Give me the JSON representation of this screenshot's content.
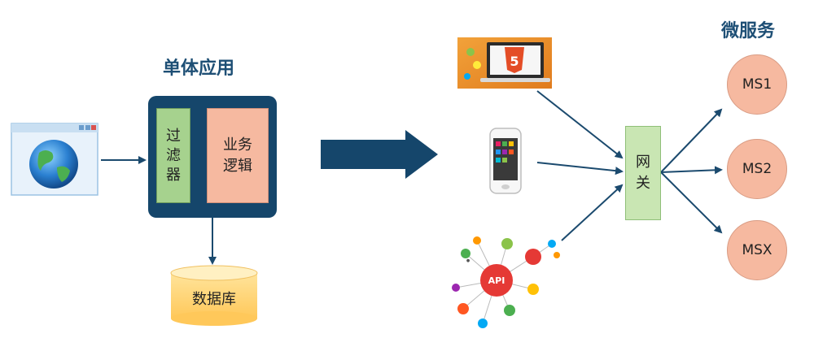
{
  "monolith": {
    "title": "单体应用",
    "filter_label": "过滤器",
    "logic_label": "业务逻辑",
    "db_label": "数据库"
  },
  "gateway": {
    "label": "网关"
  },
  "microservices": {
    "title": "微服务",
    "nodes": [
      {
        "label": "MS1"
      },
      {
        "label": "MS2"
      },
      {
        "label": "MSX"
      }
    ]
  },
  "clients": {
    "html5_badge": "5",
    "api_label": "API"
  },
  "colors": {
    "dark_blue": "#15466b",
    "green": "#a6d28e",
    "salmon": "#f6b9a0",
    "db_yellow": "#ffd77d",
    "title_blue": "#1e4f75"
  }
}
